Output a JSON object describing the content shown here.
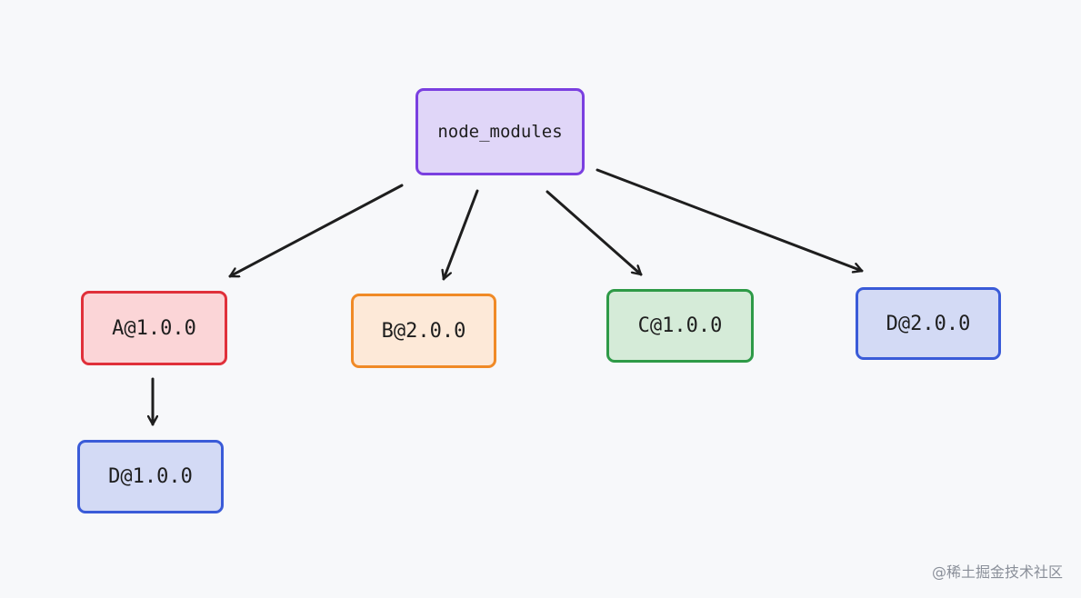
{
  "diagram": {
    "nodes": [
      {
        "id": "root",
        "label": "node_modules",
        "fill": "#e0d6f8",
        "stroke": "#7a3fe0"
      },
      {
        "id": "a",
        "label": "A@1.0.0",
        "fill": "#fbd5d7",
        "stroke": "#e0303a"
      },
      {
        "id": "b",
        "label": "B@2.0.0",
        "fill": "#fde9d8",
        "stroke": "#f08a26"
      },
      {
        "id": "c",
        "label": "C@1.0.0",
        "fill": "#d5ebd8",
        "stroke": "#2e9a47"
      },
      {
        "id": "d2",
        "label": "D@2.0.0",
        "fill": "#d3daf5",
        "stroke": "#3a5bd8"
      },
      {
        "id": "d1",
        "label": "D@1.0.0",
        "fill": "#d3daf5",
        "stroke": "#3a5bd8"
      }
    ],
    "edges": [
      {
        "from": "root",
        "to": "a"
      },
      {
        "from": "root",
        "to": "b"
      },
      {
        "from": "root",
        "to": "c"
      },
      {
        "from": "root",
        "to": "d2"
      },
      {
        "from": "a",
        "to": "d1"
      }
    ],
    "arrow_color": "#1e1e1e"
  },
  "watermark": "@稀土掘金技术社区"
}
